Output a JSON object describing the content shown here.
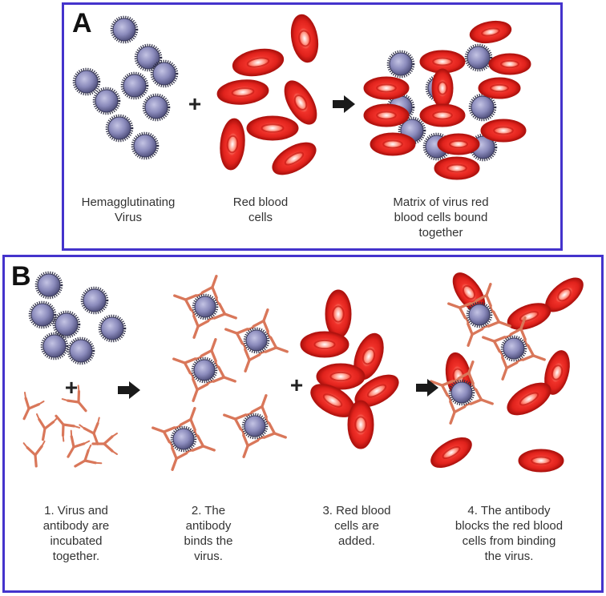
{
  "panel_a": {
    "letter": "A",
    "captions": [
      {
        "lines": [
          "Hemagglutinating",
          "Virus"
        ]
      },
      {
        "lines": [
          "Red blood",
          "cells"
        ]
      },
      {
        "lines": [
          "Matrix of virus red",
          "blood cells bound",
          "together"
        ]
      }
    ]
  },
  "panel_b": {
    "letter": "B",
    "captions": [
      {
        "lines": [
          "1. Virus and",
          "antibody are",
          "incubated",
          "together."
        ]
      },
      {
        "lines": [
          "2. The",
          "antibody",
          "binds the",
          "virus."
        ]
      },
      {
        "lines": [
          "3. Red blood",
          "cells are",
          "added."
        ]
      },
      {
        "lines": [
          "4. The antibody",
          "blocks the red blood",
          "cells from binding",
          "the virus."
        ]
      }
    ]
  },
  "symbols": {
    "plus": "+"
  },
  "colors": {
    "border": "#4433cc",
    "virus": "#8080b0",
    "rbc": "#e0201c",
    "antibody": "#d9775a",
    "arrow": "#1a1a1a"
  }
}
